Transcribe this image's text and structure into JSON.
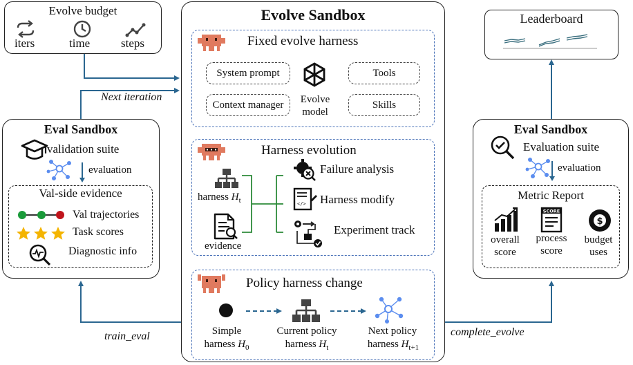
{
  "budget": {
    "title": "Evolve budget",
    "items": [
      {
        "label": "iters",
        "icon": "repeat-icon"
      },
      {
        "label": "time",
        "icon": "clock-icon"
      },
      {
        "label": "steps",
        "icon": "steps-trend-icon"
      }
    ]
  },
  "next_iteration": "Next iteration",
  "eval_left": {
    "title": "Eval Sandbox",
    "suite": "validation suite",
    "evaluation": "evaluation",
    "evidence_title": "Val-side evidence",
    "items": [
      {
        "label": "Val trajectories",
        "icon": "trajectory-dots-icon"
      },
      {
        "label": "Task scores",
        "icon": "stars-icon"
      },
      {
        "label": "Diagnostic info",
        "icon": "diagnostic-magnifier-icon"
      }
    ]
  },
  "sandbox": {
    "title": "Evolve Sandbox",
    "fixed": {
      "title": "Fixed evolve harness",
      "system_prompt": "System prompt",
      "context_manager": "Context manager",
      "model_line1": "Evolve",
      "model_line2": "model",
      "tools": "Tools",
      "skills": "Skills"
    },
    "evolution": {
      "title": "Harness evolution",
      "harness_label": "harness",
      "harness_var": "H",
      "harness_sub": "t",
      "evidence_label": "evidence",
      "failure": "Failure analysis",
      "modify": "Harness modify",
      "experiment": "Experiment track"
    },
    "policy": {
      "title": "Policy harness change",
      "simple_line1": "Simple",
      "simple_line2": "harness",
      "simple_var": "H",
      "simple_sub": "0",
      "current_line1": "Current policy",
      "current_line2": "harness",
      "current_var": "H",
      "current_sub": "t",
      "next_line1": "Next policy",
      "next_line2": "harness",
      "next_var": "H",
      "next_sub": "t+1"
    }
  },
  "train_eval": "train_eval",
  "complete_evolve": "complete_evolve",
  "leaderboard": {
    "title": "Leaderboard"
  },
  "eval_right": {
    "title": "Eval Sandbox",
    "suite": "Evaluation suite",
    "evaluation": "evaluation",
    "report_title": "Metric Report",
    "overall_line1": "overall",
    "overall_line2": "score",
    "process_line1": "process",
    "process_line2": "score",
    "score_badge": "SCORE",
    "budget_line1": "budget",
    "budget_line2": "uses"
  },
  "colors": {
    "arrow": "#2a6690",
    "dash_blue": "#4a72b8",
    "robot": "#e07a5f",
    "node_blue": "#5b8def",
    "dot_green": "#1a9a3a",
    "dot_red": "#c0141c",
    "star": "#f4b400",
    "harness_green": "#2e8b3a"
  }
}
